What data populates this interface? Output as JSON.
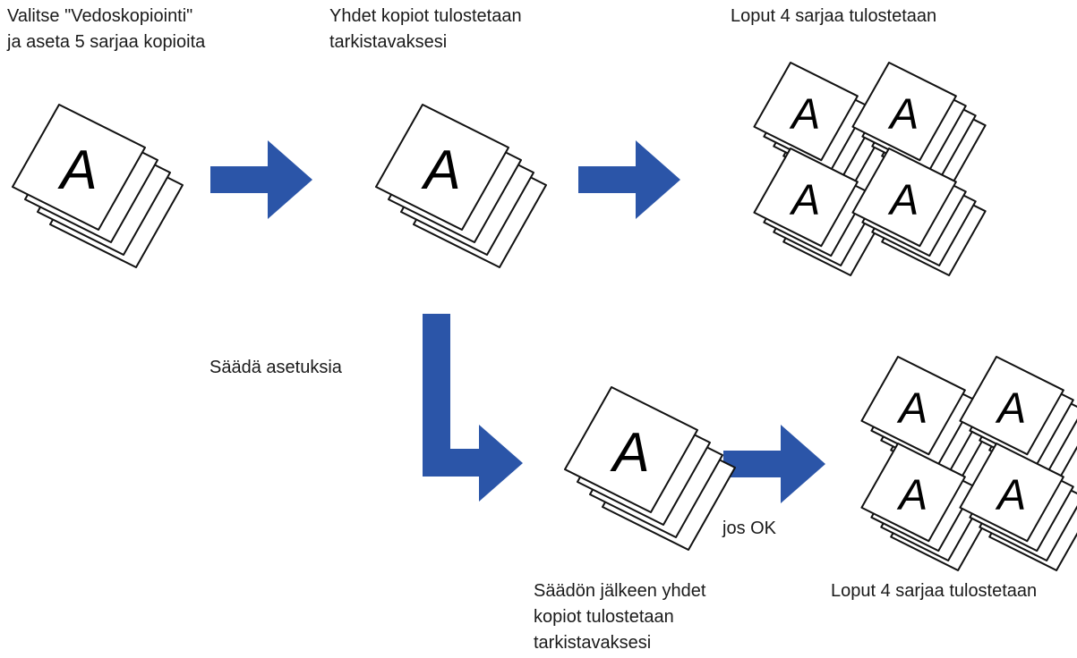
{
  "colors": {
    "arrow": "#2b55a8",
    "stroke": "#111111",
    "paper": "#ffffff",
    "text": "#1a1a1a"
  },
  "steps": {
    "select": {
      "line1": "Valitse \"Vedoskopiointi\"",
      "line2": "ja aseta 5 sarjaa kopioita"
    },
    "proof": {
      "line1": "Yhdet kopiot tulostetaan",
      "line2": "tarkistavaksesi"
    },
    "rest_top": {
      "line1": "Loput 4 sarjaa tulostetaan"
    },
    "adjust": {
      "line1": "Säädä asetuksia"
    },
    "proof_after": {
      "line1": "Säädön jälkeen yhdet",
      "line2": "kopiot tulostetaan",
      "line3": "tarkistavaksesi"
    },
    "ok": {
      "line1": "jos OK"
    },
    "rest_bottom": {
      "line1": "Loput 4 sarjaa tulostetaan"
    }
  },
  "page_letter": "A",
  "icons": {
    "arrow": "arrow-right-icon",
    "bent_arrow": "arrow-down-right-icon",
    "stack": "paper-stack-icon"
  }
}
